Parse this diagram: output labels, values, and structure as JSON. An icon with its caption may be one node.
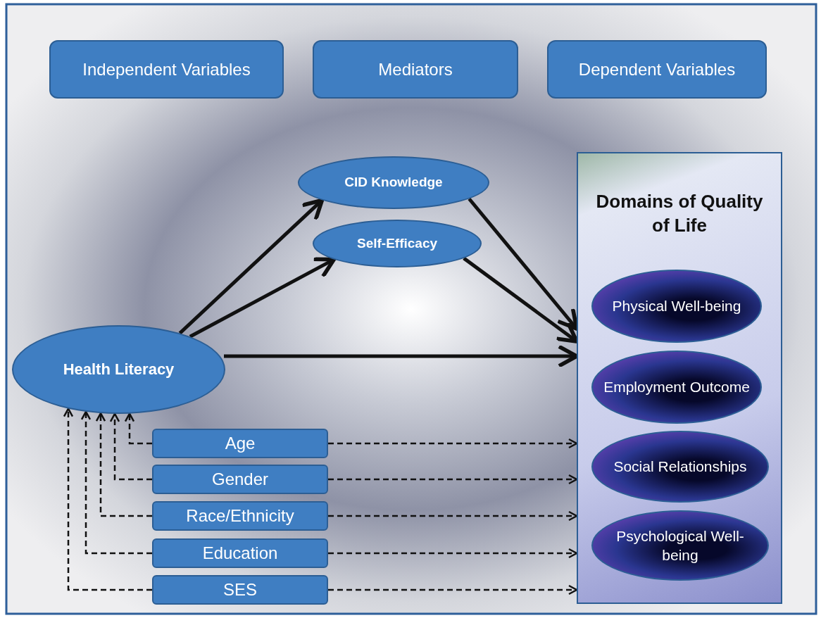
{
  "diagram": {
    "nodes": [
      {
        "text": [
          "Independent Variables"
        ]
      },
      {
        "text": [
          "Mediators"
        ]
      },
      {
        "text": [
          "Dependent Variables"
        ]
      },
      {
        "text": [
          "CID Knowledge"
        ]
      },
      {
        "text": [
          "Self-Efficacy"
        ]
      },
      {
        "text": [
          "Health Literacy"
        ]
      },
      {
        "text": [
          "Domains of Quality of Life"
        ]
      },
      {
        "text": [
          "Physical Well-being"
        ],
        "in": 6
      },
      {
        "text": [
          "Employment Outcome"
        ],
        "in": 6
      },
      {
        "text": [
          "Social Relationships"
        ],
        "in": 6
      },
      {
        "text": [
          "Psychological Well-being"
        ],
        "in": 6
      },
      {
        "text": [
          "Age"
        ]
      },
      {
        "text": [
          "Gender"
        ]
      },
      {
        "text": [
          "Race/Ethnicity"
        ]
      },
      {
        "text": [
          "Education"
        ]
      },
      {
        "text": [
          "SES"
        ]
      }
    ],
    "edges": [
      {
        "from": 5,
        "to": 3,
        "arrow": "to",
        "style": "thick"
      },
      {
        "from": 5,
        "to": 4,
        "arrow": "to",
        "style": "thick"
      },
      {
        "from": 3,
        "to": 6,
        "arrow": "to",
        "style": "thick"
      },
      {
        "from": 4,
        "to": 6,
        "arrow": "to",
        "style": "thick"
      },
      {
        "from": 5,
        "to": 6,
        "arrow": "to",
        "style": "thick"
      },
      {
        "from": 11,
        "to": 6,
        "arrow": "to",
        "style": "dashed"
      },
      {
        "from": 12,
        "to": 6,
        "arrow": "to",
        "style": "dashed"
      },
      {
        "from": 13,
        "to": 6,
        "arrow": "to",
        "style": "dashed"
      },
      {
        "from": 14,
        "to": 6,
        "arrow": "to",
        "style": "dashed"
      },
      {
        "from": 15,
        "to": 6,
        "arrow": "to",
        "style": "dashed"
      },
      {
        "from": 11,
        "to": 5,
        "arrow": "to",
        "style": "dashed"
      },
      {
        "from": 12,
        "to": 5,
        "arrow": "to",
        "style": "dashed"
      },
      {
        "from": 13,
        "to": 5,
        "arrow": "to",
        "style": "dashed"
      },
      {
        "from": 14,
        "to": 5,
        "arrow": "to",
        "style": "dashed"
      },
      {
        "from": 15,
        "to": 5,
        "arrow": "to",
        "style": "dashed"
      }
    ]
  }
}
